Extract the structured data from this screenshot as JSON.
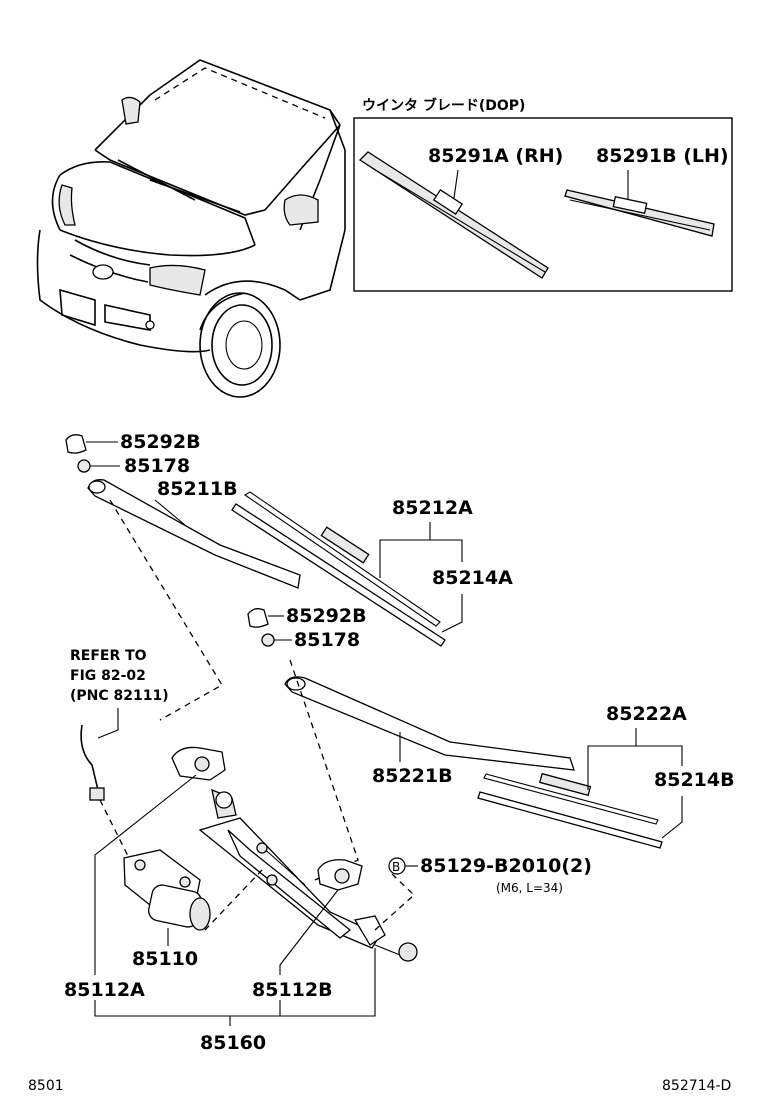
{
  "inset": {
    "title": "ウインタ ブレード(DOP)",
    "label_rh": "85291A (RH)",
    "label_lh": "85291B (LH)"
  },
  "labels": {
    "p85292B_1": "85292B",
    "p85178_1": "85178",
    "p85211B": "85211B",
    "p85212A": "85212A",
    "p85214A": "85214A",
    "p85292B_2": "85292B",
    "p85178_2": "85178",
    "refer_line1": "REFER TO",
    "refer_line2": "FIG 82-02",
    "refer_line3": "(PNC 82111)",
    "p85222A": "85222A",
    "p85221B": "85221B",
    "p85214B": "85214B",
    "bolt_marker": "B",
    "p85129": "85129-B2010(2)",
    "bolt_spec": "(M6, L=34)",
    "p85110": "85110",
    "p85112A": "85112A",
    "p85112B": "85112B",
    "p85160": "85160"
  },
  "footer": {
    "left_code": "8501",
    "right_code": "852714-D"
  }
}
